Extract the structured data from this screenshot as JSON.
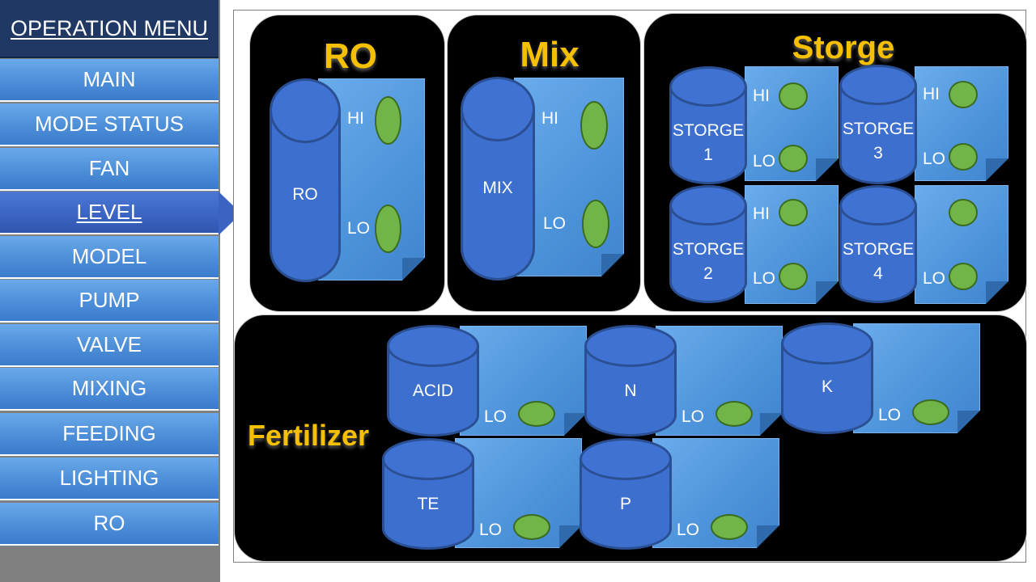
{
  "sidebar": {
    "header": "OPERATION MENU",
    "items": [
      {
        "label": "MAIN",
        "active": false
      },
      {
        "label": "MODE STATUS",
        "active": false
      },
      {
        "label": "FAN",
        "active": false
      },
      {
        "label": "LEVEL",
        "active": true
      },
      {
        "label": "MODEL",
        "active": false
      },
      {
        "label": "PUMP",
        "active": false
      },
      {
        "label": "VALVE",
        "active": false
      },
      {
        "label": "MIXING",
        "active": false
      },
      {
        "label": "FEEDING",
        "active": false
      },
      {
        "label": "LIGHTING",
        "active": false
      },
      {
        "label": "RO",
        "active": false
      }
    ]
  },
  "ro_panel": {
    "title": "RO",
    "tank_label": "RO",
    "hi_label": "HI",
    "lo_label": "LO"
  },
  "mix_panel": {
    "title": "Mix",
    "tank_label": "MIX",
    "hi_label": "HI",
    "lo_label": "LO"
  },
  "storage_panel": {
    "title": "Storge",
    "tanks": [
      {
        "line1": "STORGE",
        "line2": "1",
        "hi_label": "HI",
        "lo_label": "LO"
      },
      {
        "line1": "STORGE",
        "line2": "3",
        "hi_label": "HI",
        "lo_label": "LO"
      },
      {
        "line1": "STORGE",
        "line2": "2",
        "hi_label": "HI",
        "lo_label": "LO"
      },
      {
        "line1": "STORGE",
        "line2": "4",
        "hi_label": "",
        "lo_label": "LO"
      }
    ]
  },
  "fertilizer_panel": {
    "title": "Fertilizer",
    "tanks": [
      {
        "label": "ACID",
        "lo_label": "LO"
      },
      {
        "label": "N",
        "lo_label": "LO"
      },
      {
        "label": "K",
        "lo_label": "LO"
      },
      {
        "label": "TE",
        "lo_label": "LO"
      },
      {
        "label": "P",
        "lo_label": "LO"
      }
    ]
  },
  "colors": {
    "panel": "#000000",
    "title": "#f5c000",
    "tank": "#3d6fce",
    "note": "#4d93da",
    "indicator_on": "#71b548",
    "menu_active": "#3a63c2"
  }
}
